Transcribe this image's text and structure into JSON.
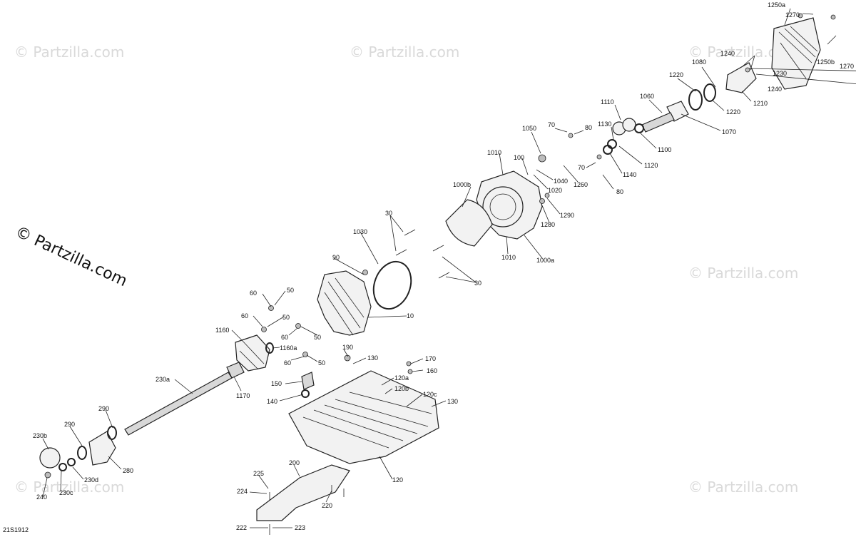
{
  "watermark_text": "© Partzilla.com",
  "main_watermark": "© Partzilla.com",
  "diagram_code": "21S1912",
  "callouts": [
    "1250a",
    "1270",
    "1240",
    "1230",
    "1250b",
    "1270",
    "1240",
    "1080",
    "1220",
    "1210",
    "1220",
    "1060",
    "1070",
    "1110",
    "1130",
    "1100",
    "1120",
    "1140",
    "70",
    "80",
    "70",
    "80",
    "1050",
    "100",
    "1020",
    "1040",
    "1260",
    "1290",
    "1280",
    "1010",
    "1000b",
    "1010",
    "1000a",
    "30",
    "30",
    "1030",
    "90",
    "10",
    "60",
    "50",
    "60",
    "50",
    "60",
    "50",
    "60",
    "50",
    "1160",
    "1160a",
    "230a",
    "1170",
    "190",
    "130",
    "170",
    "160",
    "150",
    "140",
    "120a",
    "120b",
    "120c",
    "130",
    "290",
    "290",
    "280",
    "230b",
    "230c",
    "230d",
    "240",
    "200",
    "225",
    "224",
    "220",
    "120",
    "222",
    "223"
  ]
}
